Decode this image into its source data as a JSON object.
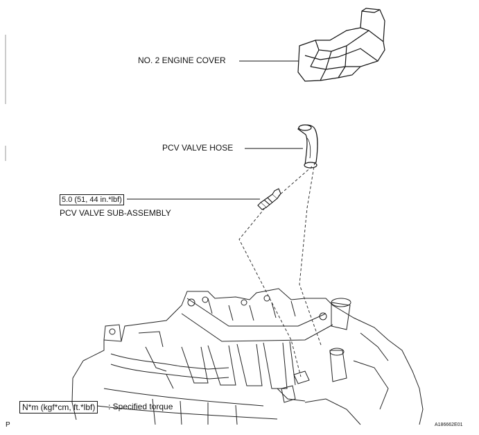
{
  "labels": {
    "engine_cover": "NO. 2 ENGINE COVER",
    "hose": "PCV VALVE HOSE",
    "torque_value": "5.0 (51, 44 in.*lbf)",
    "valve": "PCV VALVE SUB-ASSEMBLY"
  },
  "legend": {
    "unit_box": "N*m (kgf*cm, ft.*lbf)",
    "text": ": Specified torque"
  },
  "footer": {
    "left_mark": "P",
    "figure_code": "A186662E01"
  }
}
